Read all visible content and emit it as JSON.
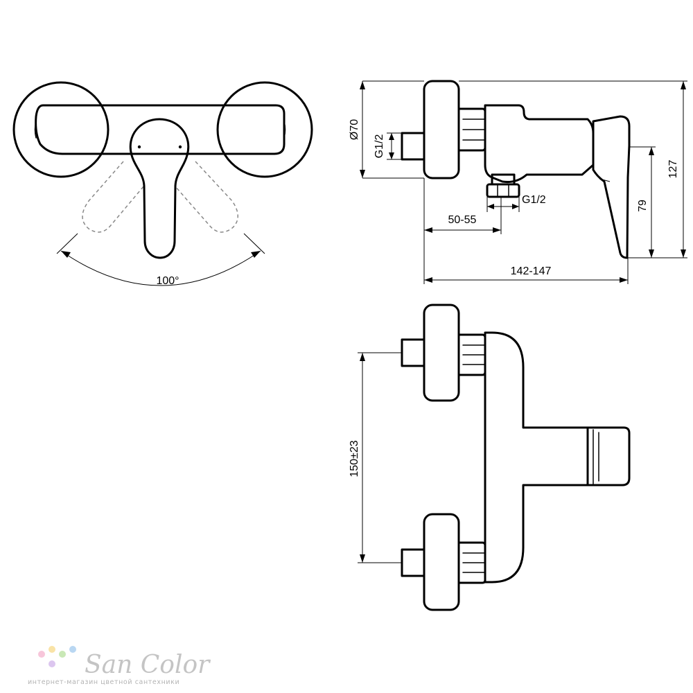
{
  "top_view": {
    "angle_label": "100°"
  },
  "side_view": {
    "diameter_label": "Ø70",
    "inlet_thread_label": "G1/2",
    "outlet_thread_label": "G1/2",
    "outlet_offset_label": "50-55",
    "total_depth_label": "142-147",
    "lever_height_label": "79",
    "total_height_label": "127"
  },
  "front_view": {
    "spacing_label": "150±23"
  },
  "watermark": {
    "brand": "San Color",
    "tagline": "интернет-магазин цветной сантехники",
    "dot_colors": [
      "#f7c6da",
      "#f9e3a6",
      "#c9e8b6",
      "#b9d7f2",
      "#dcc6ef"
    ]
  }
}
